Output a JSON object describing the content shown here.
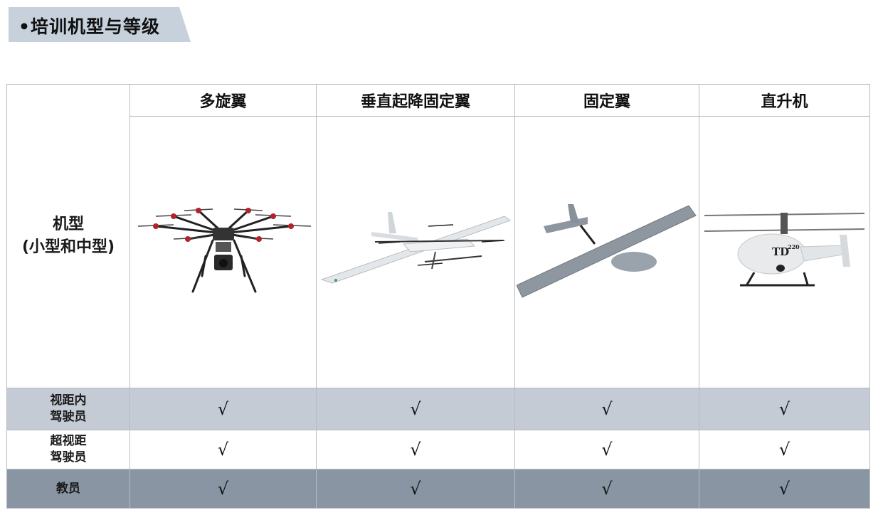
{
  "title": "•培训机型与等级",
  "columns": [
    "多旋翼",
    "垂直起降固定翼",
    "固定翼",
    "直升机"
  ],
  "model_row": {
    "label_line1": "机型",
    "label_line2": "(小型和中型)",
    "images": [
      "multirotor-drone-image",
      "vtol-fixed-wing-image",
      "fixed-wing-image",
      "helicopter-image"
    ],
    "helicopter_marking": "TD",
    "helicopter_marking_sup": "220"
  },
  "rows": [
    {
      "label_line1": "视距内",
      "label_line2": "驾驶员",
      "cells": [
        "√",
        "√",
        "√",
        "√"
      ]
    },
    {
      "label_line1": "超视距",
      "label_line2": "驾驶员",
      "cells": [
        "√",
        "√",
        "√",
        "√"
      ]
    },
    {
      "label_line1": "教员",
      "label_line2": "",
      "cells": [
        "√",
        "√",
        "√",
        "√"
      ]
    }
  ],
  "colors": {
    "banner": "#c6d1dc",
    "row_light": "#c4cbd5",
    "row_dark": "#8a95a4",
    "border": "#b8bcc2"
  }
}
